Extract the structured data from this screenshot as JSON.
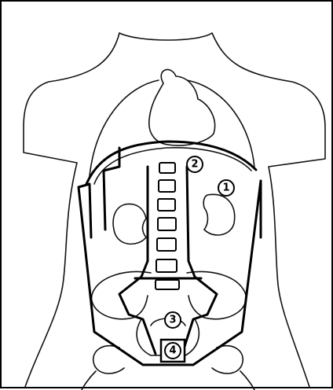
{
  "figure": {
    "markers": [
      {
        "id": "marker-1",
        "label": "1",
        "shape": "circle"
      },
      {
        "id": "marker-2",
        "label": "2",
        "shape": "circle"
      },
      {
        "id": "marker-3",
        "label": "3",
        "shape": "circle"
      },
      {
        "id": "marker-4",
        "label": "4",
        "shape": "boxed-circle"
      }
    ],
    "colors": {
      "line": "#000000",
      "background": "#ffffff"
    }
  }
}
